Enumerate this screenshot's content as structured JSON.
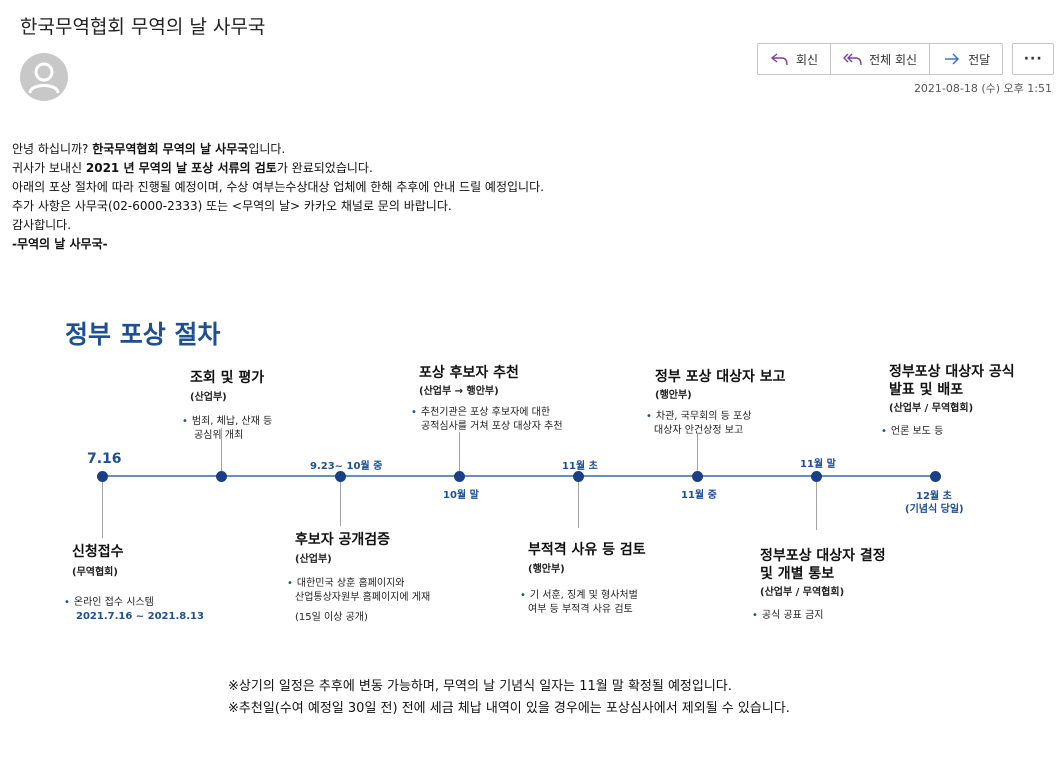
{
  "email": {
    "subject": "한국무역협회 무역의 날 사무국",
    "timestamp": "2021-08-18 (수) 오후 1:51"
  },
  "actions": {
    "reply": "회신",
    "reply_all": "전체 회신",
    "forward": "전달",
    "more": "···"
  },
  "body": {
    "l1_pre": "안녕 하십니까?  ",
    "l1_bold": "한국무역협회 무역의 날 사무국",
    "l1_post": "입니다.",
    "l2_pre": "귀사가 보내신  ",
    "l2_bold": "2021 년 무역의 날 포상 서류의 검토",
    "l2_post": "가 완료되었습니다.",
    "l3": "아래의 포상 절차에 따라 진행될 예정이며, 수상 여부는수상대상 업체에 한해 추후에 안내 드릴 예정입니다.",
    "l4": "추가 사항은 사무국(02-6000-2333) 또는 <무역의 날> 카카오 채널로 문의 바랍니다.",
    "l5": "감사합니다.",
    "l6": "-무역의 날 사무국-"
  },
  "procedure": {
    "title": "정부 포상 절차",
    "dates": {
      "d1": "7.16",
      "d3": "9.23~ 10월 중",
      "d4": "10월 말",
      "d5": "11월 초",
      "d6": "11월 중",
      "d7": "11월 말",
      "d8a": "12월 초",
      "d8b": "(기념식 당일)"
    },
    "steps": {
      "s1": {
        "title": "신청접수",
        "org": "(무역협회)",
        "desc1": "온라인 접수 시스템",
        "desc2": "2021.7.16 ~ 2021.8.13"
      },
      "s2": {
        "title": "조회 및 평가",
        "org": "(산업부)",
        "desc1": "범죄, 체납, 산재 등",
        "desc2": "공심위 개최"
      },
      "s3": {
        "title": "후보자 공개검증",
        "org": "(산업부)",
        "desc1": "대한민국 상훈 홈페이지와",
        "desc2": "산업통상자원부 홈페이지에 게재",
        "desc3": "(15일 이상 공개)"
      },
      "s4": {
        "title": "포상 후보자 추천",
        "org": "(산업부 → 행안부)",
        "desc1": "추천기관은 포상 후보자에 대한",
        "desc2": "공적심사를 거쳐 포상 대상자 추천"
      },
      "s5": {
        "title": "부적격 사유 등 검토",
        "org": "(행안부)",
        "desc1": "기 서훈, 징계 및 형사처벌",
        "desc2": "여부 등 부적격 사유 검토"
      },
      "s6": {
        "title": "정부 포상 대상자 보고",
        "org": "(행안부)",
        "desc1": "차관, 국무회의 등 포상",
        "desc2": "대상자 안건상정 보고"
      },
      "s7": {
        "title1": "정부포상 대상자 결정",
        "title2": "및 개별 통보",
        "org": "(산업부 / 무역협회)",
        "desc1": "공식 공표 금지"
      },
      "s8": {
        "title1": "정부포상 대상자 공식",
        "title2": "발표 및 배포",
        "org": "(산업부 / 무역협회)",
        "desc1": "언론 보도 등"
      }
    },
    "notes": {
      "n1": "※상기의 일정은 추후에 변동 가능하며,  무역의 날 기념식 일자는 11월 말 확정될 예정입니다.",
      "n2": "※추천일(수여 예정일 30일 전) 전에 세금 체납 내역이 있을 경우에는 포상심사에서 제외될 수 있습니다."
    }
  }
}
